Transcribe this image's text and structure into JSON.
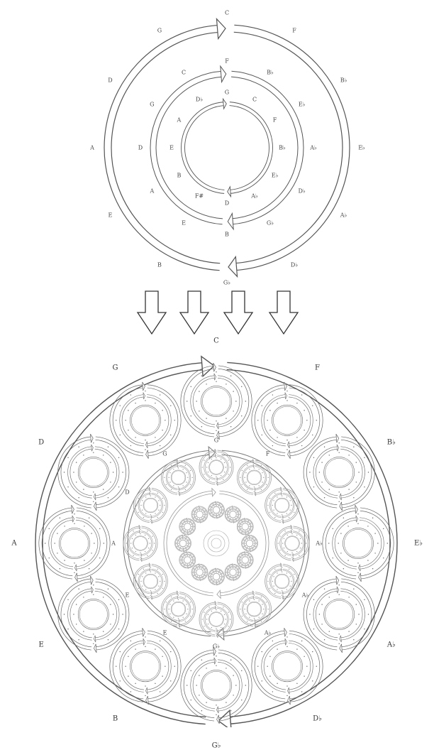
{
  "top_diagram": {
    "outer_ring": [
      "C",
      "F",
      "B♭",
      "E♭",
      "A♭",
      "D♭",
      "G♭",
      "B",
      "E",
      "A",
      "D",
      "G"
    ],
    "middle_ring": [
      "F",
      "B♭",
      "E♭",
      "A♭",
      "D♭",
      "G♭",
      "B",
      "E",
      "A",
      "D",
      "G",
      "C"
    ],
    "inner_ring": [
      "G",
      "C",
      "F",
      "B♭",
      "E♭",
      "A♭",
      "D",
      "F#",
      "B",
      "E",
      "A",
      "D♭"
    ]
  },
  "bottom_diagram": {
    "outer_ring": [
      "C",
      "F",
      "B♭",
      "E♭",
      "A♭",
      "D♭",
      "G♭",
      "B",
      "E",
      "A",
      "D",
      "G"
    ],
    "middle_ring": [
      "G",
      "F",
      "",
      "A♭",
      "A♭",
      "A♭",
      "G♭",
      "E",
      "E",
      "A",
      "D",
      "G"
    ]
  },
  "colors": {
    "stroke": "#555555",
    "faint": "#999999",
    "background": "#ffffff"
  }
}
